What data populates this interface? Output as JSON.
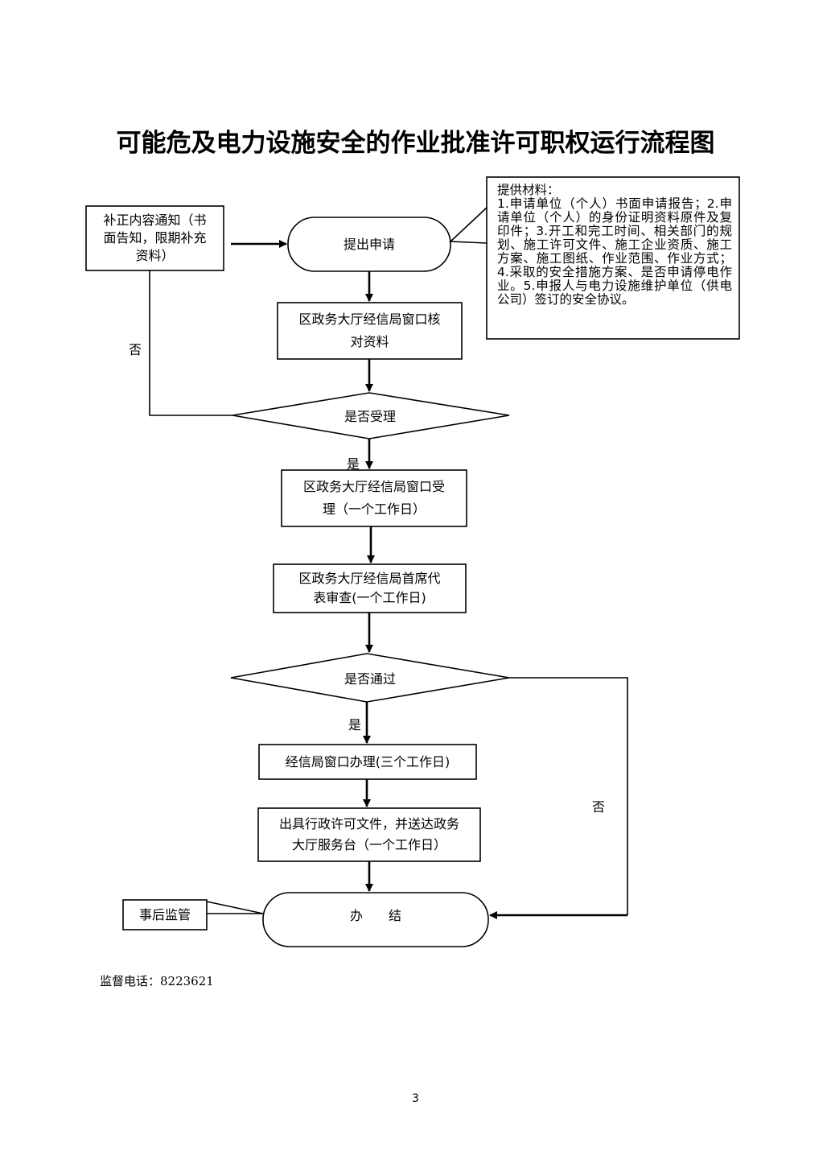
{
  "title": "可能危及电力设施安全的作业批准许可职权运行流程图",
  "nodes": {
    "correction_notice": "补正内容通知（书\n面告知，限期补充\n资料）",
    "submit_application": "提出申请",
    "verify_documents": "区政务大厅经信局窗口核\n对资料",
    "accept_decision": "是否受理",
    "window_acceptance": "区政务大厅经信局窗口受\n理（一个工作日）",
    "chief_review": "区政务大厅经信局首席代\n表审查(一个工作日)",
    "pass_decision": "是否通过",
    "window_processing": "经信局窗口办理(三个工作日)",
    "issue_permit": "出具行政许可文件，并送达政务\n大厅服务台（一个工作日）",
    "complete": "办　　结",
    "post_supervision": "事后监管"
  },
  "materials_note": {
    "heading": "提供材料：",
    "body": "1.申请单位（个人）书面申请报告；2.申请单位（个人）的身份证明资料原件及复印件；3.开工和完工时间、相关部门的规划、施工许可文件、施工企业资质、施工方案、施工图纸、作业范围、作业方式；4.采取的安全措施方案、是否申请停电作业。5.申报人与电力设施维护单位（供电公司）签订的安全协议。"
  },
  "edge_labels": {
    "accept_no": "否",
    "accept_yes": "是",
    "pass_yes": "是",
    "pass_no": "否"
  },
  "footer": {
    "supervision_phone": "监督电话：8223621"
  },
  "page_number": "3"
}
